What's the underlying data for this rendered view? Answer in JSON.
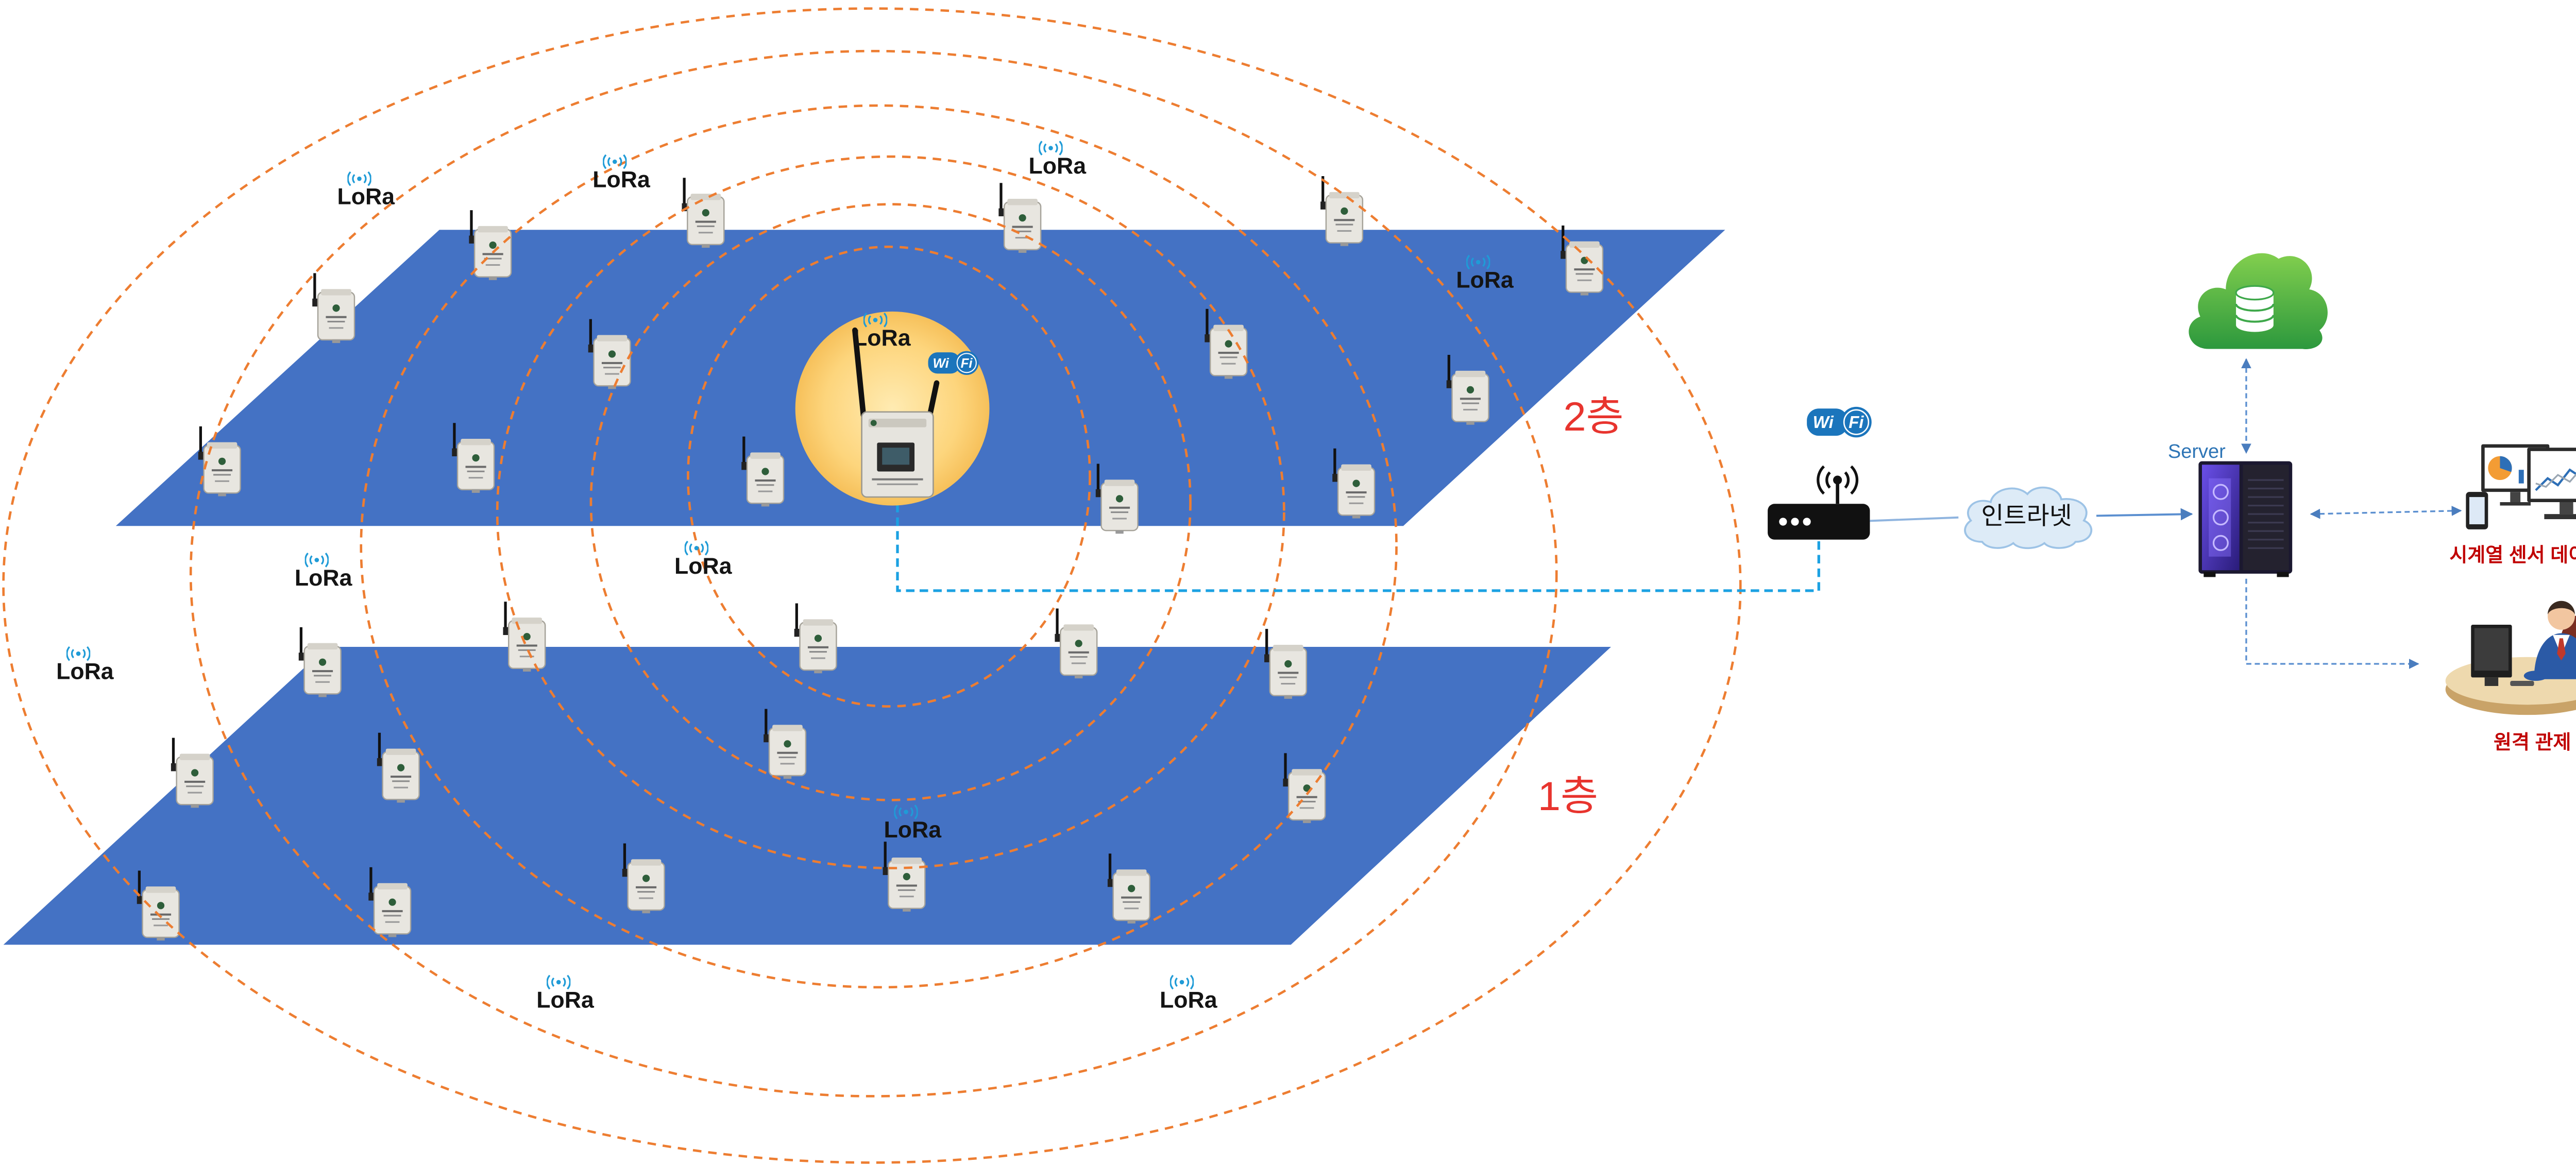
{
  "floors": {
    "upper": "2층",
    "lower": "1층"
  },
  "lora": {
    "label": "LoRa"
  },
  "wifi": {
    "wi": "Wi",
    "fi": "Fi"
  },
  "network": {
    "intranet": "인트라넷",
    "server": "Server"
  },
  "outputs": {
    "analytics": "시계열 센서 데이터 분석",
    "remote_monitoring": "원격 관제"
  },
  "colors": {
    "floor": "#4472C4",
    "coverage_ring": "#ED7D31",
    "gateway_link": "#1BA1E2",
    "network_link": "#5B8FD0",
    "floor_label": "#E8342E",
    "output_label": "#C00000",
    "server_label": "#2E75B6"
  },
  "icons": {
    "sensor_node": "lora-sensor-node-icon",
    "gateway": "lora-wifi-gateway-icon",
    "router": "wifi-router-icon",
    "intranet": "intranet-cloud-icon",
    "cloud": "cloud-database-icon",
    "server": "server-tower-icon",
    "analytics": "dashboard-monitors-icon",
    "remote": "operator-desk-icon"
  }
}
